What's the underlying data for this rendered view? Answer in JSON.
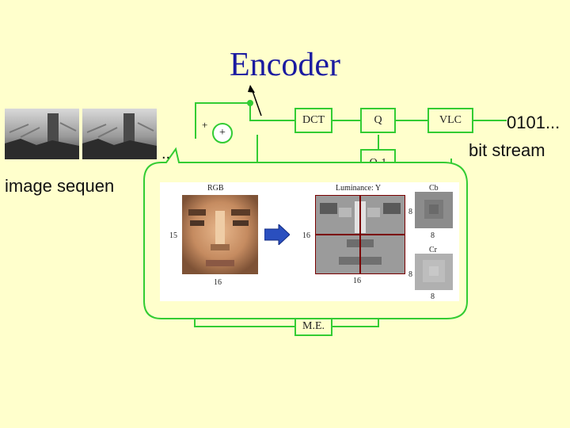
{
  "title": "Encoder",
  "blocks": {
    "dct": "DCT",
    "q": "Q",
    "vlc": "VLC",
    "qinv": "Q-1",
    "me": "M.E."
  },
  "labels": {
    "plus_a": "+",
    "plus_b": "+",
    "ellipsis": "..",
    "image_sequence": "image sequen",
    "bits": "0101...",
    "bit_stream": "bit stream"
  },
  "panel": {
    "rgb": "RGB",
    "luminance": "Luminance: Y",
    "cb": "Cb",
    "cr": "Cr",
    "rgb_side": "15",
    "rgb_bottom": "16",
    "y_side": "16",
    "y_bottom": "16",
    "cb_side": "8",
    "cb_bottom": "8",
    "cr_side": "8",
    "cr_bottom": "8"
  },
  "colors": {
    "wire": "#33cc33",
    "title": "#1a1aa0",
    "background": "#ffffcc"
  }
}
